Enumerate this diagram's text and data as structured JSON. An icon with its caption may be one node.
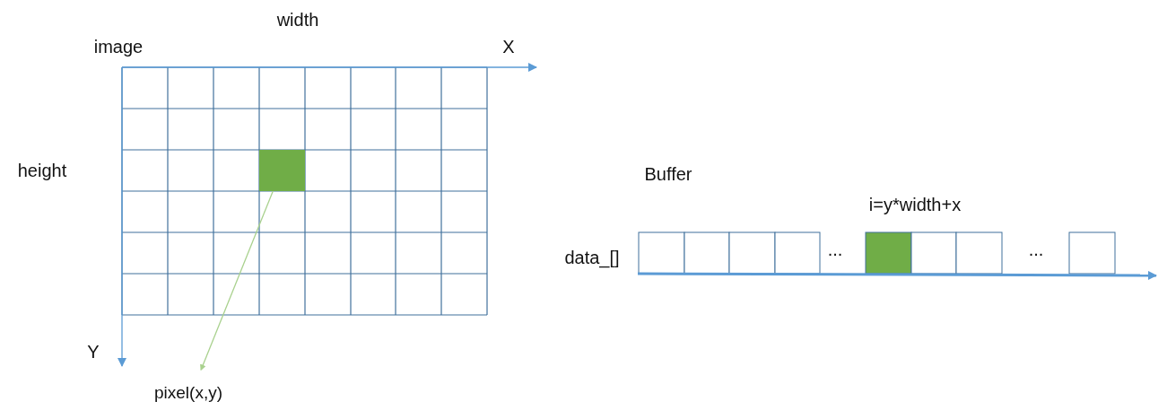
{
  "diagram": {
    "nodes": [
      {
        "text": [],
        "shape": "box"
      },
      {
        "text": [
          "pixel(x,y)"
        ]
      }
    ],
    "edges": [
      {
        "from": 0,
        "to": 1,
        "arrow": "to",
        "color": "#a9d18e"
      }
    ],
    "labels": [
      "width",
      "image",
      "X",
      "height",
      "Buffer",
      "i=y*width+x",
      "data_[]",
      "...",
      "...",
      "Y"
    ]
  }
}
